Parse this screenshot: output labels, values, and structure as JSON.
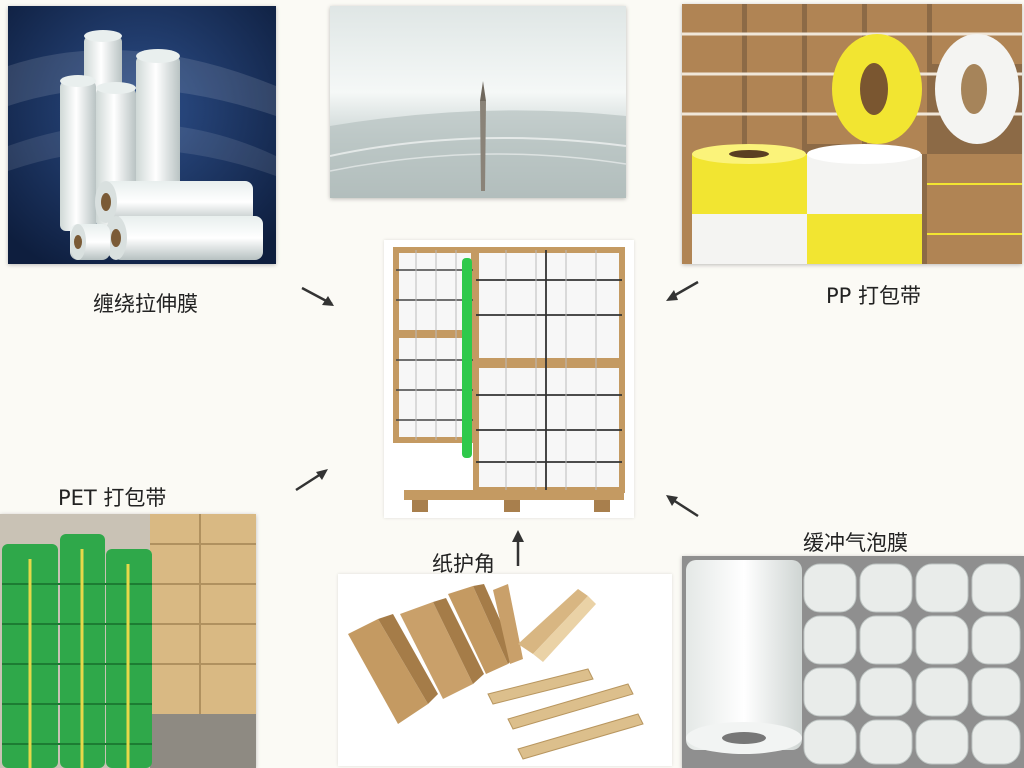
{
  "labels": {
    "stretch_film": "缠绕拉伸膜",
    "pp_strap": "PP 打包带",
    "pet_strap": "PET 打包带",
    "paper_corner": "纸护角",
    "bubble_film": "缓冲气泡膜"
  },
  "colors": {
    "background": "#fbfaf5",
    "kraft": "#c49a62",
    "pet_green": "#2fa84a",
    "pp_yellow": "#f2e531",
    "arrow": "#333333"
  },
  "icons": {
    "arrow": "arrow-icon"
  }
}
